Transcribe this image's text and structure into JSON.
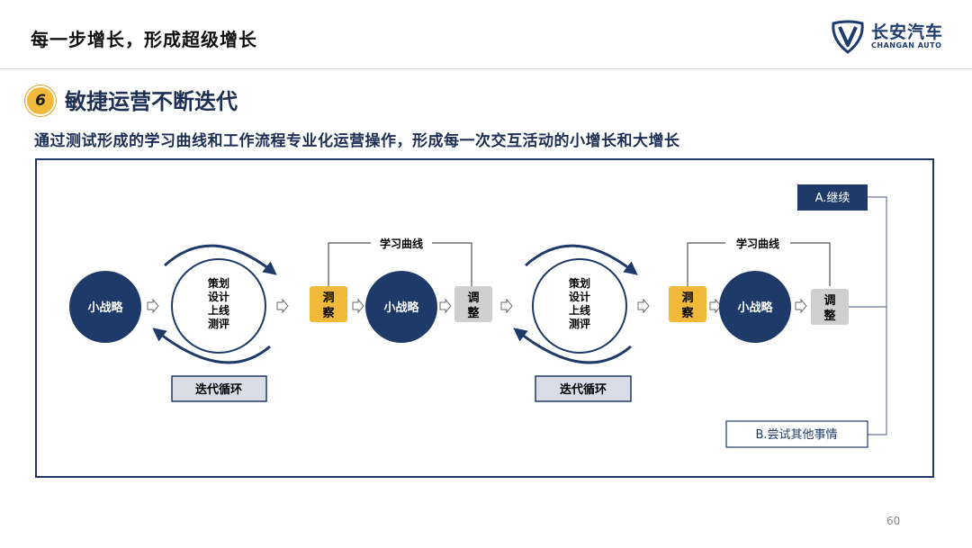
{
  "header": {
    "title": "每一步增长，形成超级增长",
    "logo_cn": "长安汽车",
    "logo_en": "CHANGAN AUTO"
  },
  "section": {
    "number": "6",
    "title": "敏捷运营不断迭代",
    "subtitle": "通过测试形成的学习曲线和工作流程专业化运营操作，形成每一次交互活动的小增长和大增长"
  },
  "diagram": {
    "small_strategy": "小战略",
    "loop_steps": [
      "策划",
      "设计",
      "上线",
      "测评"
    ],
    "iteration_label": "迭代循环",
    "insight": [
      "洞",
      "察"
    ],
    "adjust": [
      "调",
      "整"
    ],
    "learning_curve": "学习曲线",
    "option_a": "A.继续",
    "option_b": "B.尝试其他事情"
  },
  "colors": {
    "navy": "#1e3a68",
    "gold": "#f0b93a",
    "grey": "#cfcfcf"
  },
  "page_number": "60"
}
